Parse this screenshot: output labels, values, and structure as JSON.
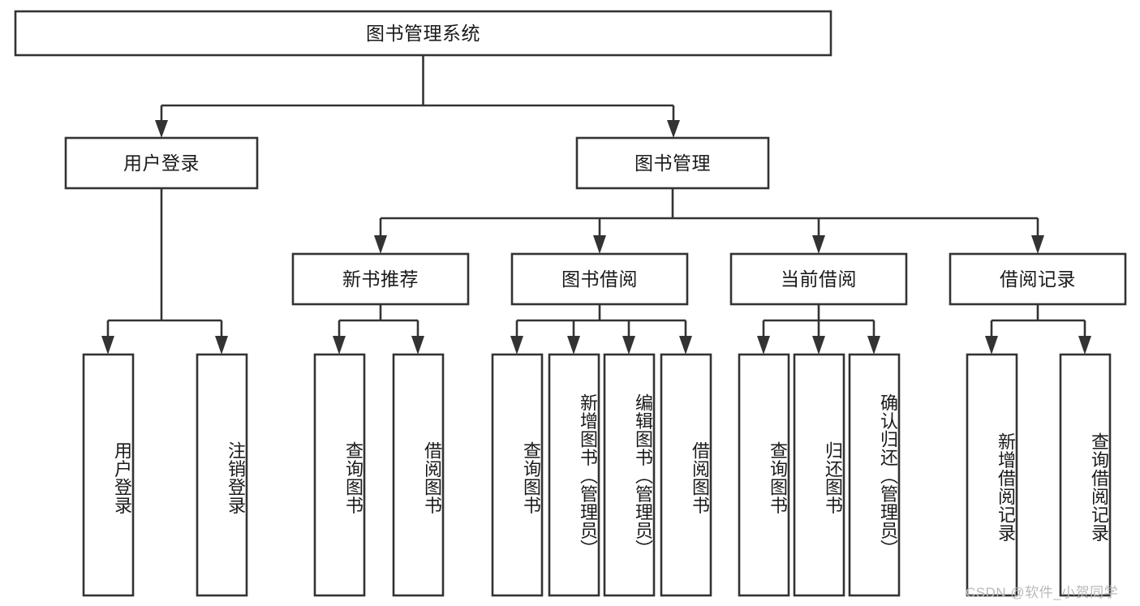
{
  "diagram": {
    "title": "图书管理系统",
    "type": "tree-hierarchy-diagram",
    "colors": {
      "stroke": "#333333",
      "fill": "#ffffff",
      "text": "#1a1a1a",
      "watermark": "#b9b9b9"
    },
    "root": {
      "label": "图书管理系统"
    },
    "level1": [
      {
        "label": "用户登录"
      },
      {
        "label": "图书管理"
      }
    ],
    "level2": [
      {
        "label": "新书推荐"
      },
      {
        "label": "图书借阅"
      },
      {
        "label": "当前借阅"
      },
      {
        "label": "借阅记录"
      }
    ],
    "leaves": {
      "user_login": [
        {
          "label": "用户登录"
        },
        {
          "label": "注销登录"
        }
      ],
      "new_book_recommend": [
        {
          "label": "查询图书"
        },
        {
          "label": "借阅图书"
        }
      ],
      "book_borrow": [
        {
          "label": "查询图书"
        },
        {
          "label": "新增图书（管理员）"
        },
        {
          "label": "编辑图书（管理员）"
        },
        {
          "label": "借阅图书"
        }
      ],
      "current_borrow": [
        {
          "label": "查询图书"
        },
        {
          "label": "归还图书"
        },
        {
          "label": "确认归还（管理员）"
        }
      ],
      "borrow_record": [
        {
          "label": "新增借阅记录"
        },
        {
          "label": "查询借阅记录"
        }
      ]
    },
    "watermark": "CSDN @软件_小贺同学"
  }
}
